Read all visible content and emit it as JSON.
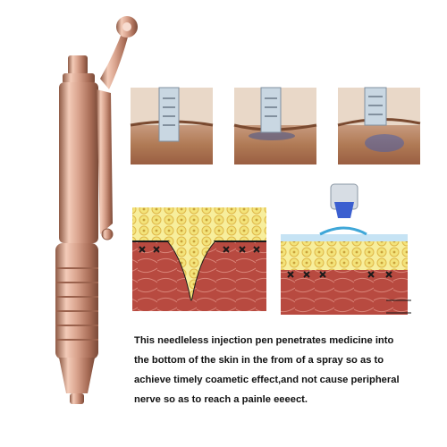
{
  "caption": {
    "lines": [
      "This needleless injection pen penetrates medicine into",
      "the bottom of the skin in the from of a spray so as to",
      "achieve timely coametic effect,and not cause peripheral",
      "nerve so as to reach a painle eeeect."
    ]
  },
  "photos": [
    {
      "name": "skin-sample-before"
    },
    {
      "name": "skin-sample-during"
    },
    {
      "name": "skin-sample-after"
    }
  ],
  "colors": {
    "rose_gold": "#d9a38d",
    "skin_red": "#b3413a",
    "fat_yellow": "#f3e37a",
    "serum_blue": "#3b5fd0"
  }
}
